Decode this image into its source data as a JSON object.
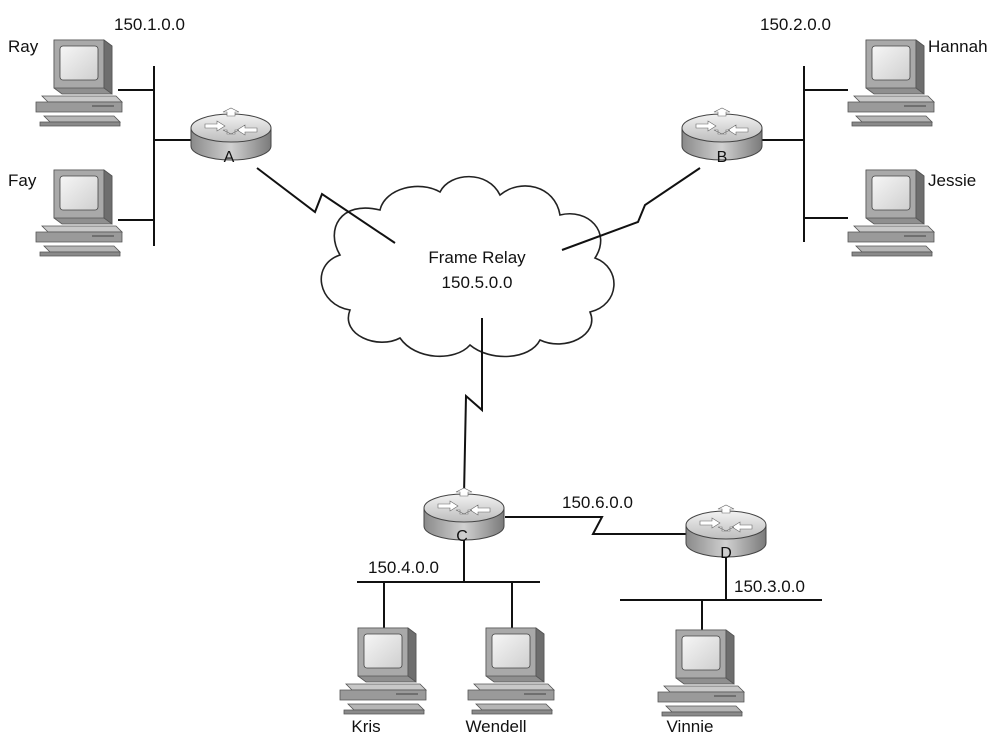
{
  "cloud": {
    "name": "Frame Relay",
    "network": "150.5.0.0"
  },
  "routers": {
    "a": "A",
    "b": "B",
    "c": "C",
    "d": "D"
  },
  "networks": {
    "lan_a": "150.1.0.0",
    "lan_b": "150.2.0.0",
    "lan_c": "150.4.0.0",
    "lan_d": "150.3.0.0",
    "serial_cd": "150.6.0.0"
  },
  "hosts": {
    "ray": "Ray",
    "fay": "Fay",
    "hannah": "Hannah",
    "jessie": "Jessie",
    "kris": "Kris",
    "wendell": "Wendell",
    "vinnie": "Vinnie"
  }
}
